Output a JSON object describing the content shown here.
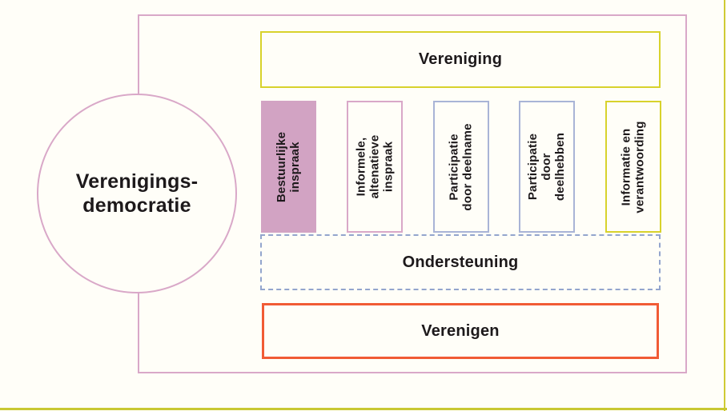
{
  "palette": {
    "background": "#fffef8",
    "pink_border": "#d9a8c8",
    "mauve_fill": "#d2a3c3",
    "yellow_border": "#d8d22c",
    "blue_border": "#a9b4d6",
    "blue_dashed_border": "#93a5cd",
    "orange_border": "#f15b35",
    "frame_yellow": "#c9c832",
    "text": "#1d191b"
  },
  "diagram": {
    "circle": {
      "line1": "Verenigings-",
      "line2": "democratie"
    },
    "top_box": {
      "label": "Vereniging"
    },
    "columns": [
      {
        "id": "bestuurlijke-inspraak",
        "lines": [
          "Bestuurlijke",
          "inspraak"
        ]
      },
      {
        "id": "informele-altenatieve-inspraak",
        "lines": [
          "Informele,",
          "altenatieve",
          "inspraak"
        ]
      },
      {
        "id": "participatie-door-deelname",
        "lines": [
          "Participatie",
          "door deelname"
        ]
      },
      {
        "id": "participatie-door-deelhebben",
        "lines": [
          "Participatie",
          "door",
          "deelhebben"
        ]
      },
      {
        "id": "informatie-en-verantwoording",
        "lines": [
          "Informatie en",
          "verantwoording"
        ]
      }
    ],
    "support_box": {
      "label": "Ondersteuning"
    },
    "bottom_box": {
      "label": "Verenigen"
    }
  }
}
